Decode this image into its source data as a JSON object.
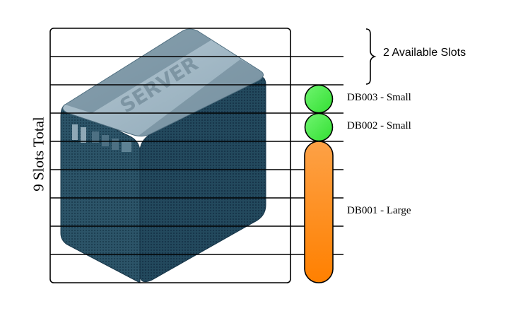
{
  "diagram": {
    "server": {
      "label": "SERVER",
      "total_slots": 9,
      "total_label": "9 Slots Total"
    },
    "available": {
      "count": 2,
      "label": "2 Available Slots"
    },
    "databases": [
      {
        "id": "DB003",
        "size": "Small",
        "label": "DB003 - Small",
        "slots": 1,
        "color_top": "#66f266",
        "color_bottom": "#33e033"
      },
      {
        "id": "DB002",
        "size": "Small",
        "label": "DB002 - Small",
        "slots": 1,
        "color_top": "#66f266",
        "color_bottom": "#33e033"
      },
      {
        "id": "DB001",
        "size": "Large",
        "label": "DB001 - Large",
        "slots": 5,
        "color_top": "#ffa040",
        "color_bottom": "#ff8000"
      }
    ],
    "colors": {
      "server_dark": "#1f4a60",
      "server_mid": "#2e5c72",
      "server_top": "#9fb6c4",
      "outline": "#000000"
    }
  }
}
